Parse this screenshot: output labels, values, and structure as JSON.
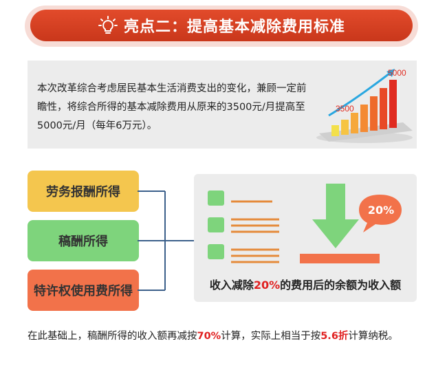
{
  "title": "亮点二：提高基本减除费用标准",
  "intro": {
    "text": "本次改革综合考虑居民基本生活消费支出的变化，兼顾一定前瞻性，将综合所得的基本减除费用从原来的3500元/月提高至5000元/月（每年6万元）。",
    "chart_label_low": "3500",
    "chart_label_high": "5000"
  },
  "income_types": [
    {
      "label": "劳务报酬所得",
      "color": "#f4c64e"
    },
    {
      "label": "稿酬所得",
      "color": "#7ed47c"
    },
    {
      "label": "特许权使用费所得",
      "color": "#f2724a"
    }
  ],
  "diagram": {
    "badge": "20%",
    "caption_pre": "收入减除",
    "caption_hl": "20%",
    "caption_post": "的费用后的余额为收入额"
  },
  "footer": {
    "p1": "在此基础上，稿酬所得的收入额再减按",
    "h1": "70%",
    "p2": "计算，实际上相当于按",
    "h2": "5.6折",
    "p3": "计算纳税。"
  },
  "colors": {
    "banner": "#d9402a",
    "highlight": "#e02020",
    "arrow": "#7ed47c",
    "bar": "#f2724a"
  }
}
